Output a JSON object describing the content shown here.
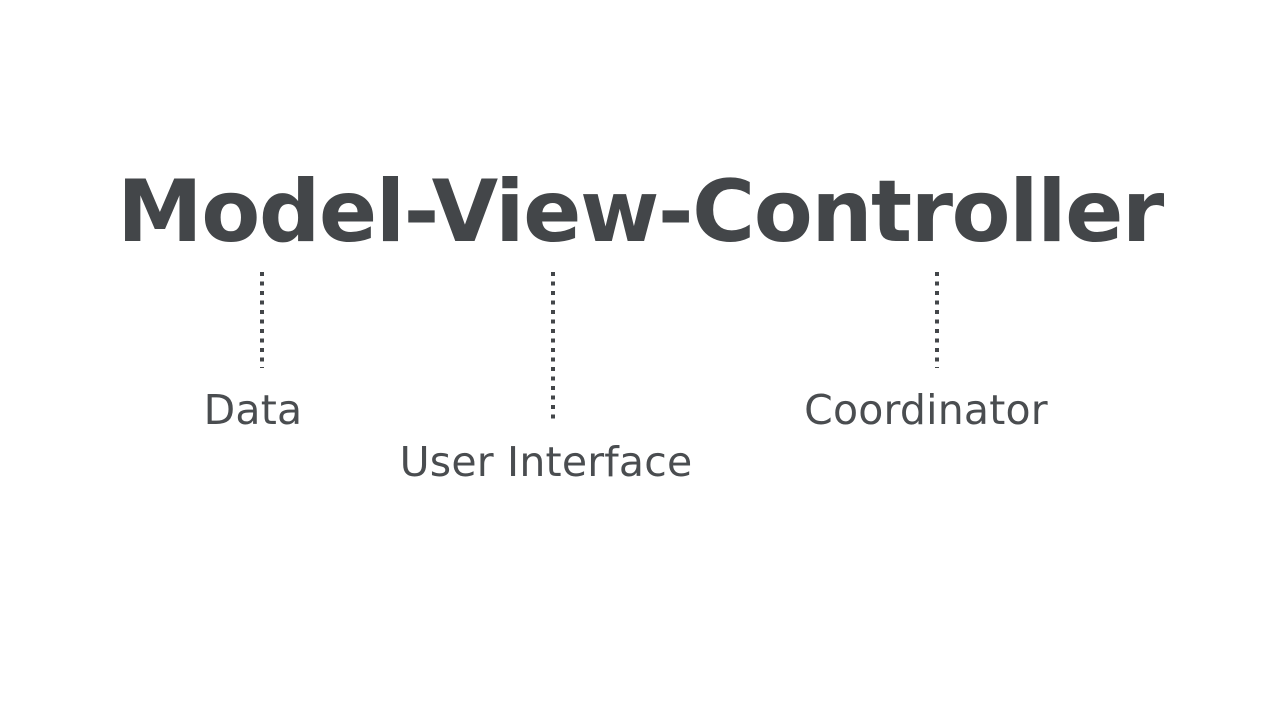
{
  "slide": {
    "background_color": "#ffffff",
    "title": {
      "text": "Model-View-Controller",
      "color": "#434649"
    },
    "connectors": [
      {
        "name": "connector-model",
        "color": "#434649",
        "style": "dotted"
      },
      {
        "name": "connector-view",
        "color": "#434649",
        "style": "dotted"
      },
      {
        "name": "connector-controller",
        "color": "#434649",
        "style": "dotted"
      }
    ],
    "labels": [
      {
        "id": "model",
        "text": "Data",
        "color": "#4a4d50"
      },
      {
        "id": "view",
        "text": "User Interface",
        "color": "#4a4d50"
      },
      {
        "id": "controller",
        "text": "Coordinator",
        "color": "#4a4d50"
      }
    ]
  }
}
